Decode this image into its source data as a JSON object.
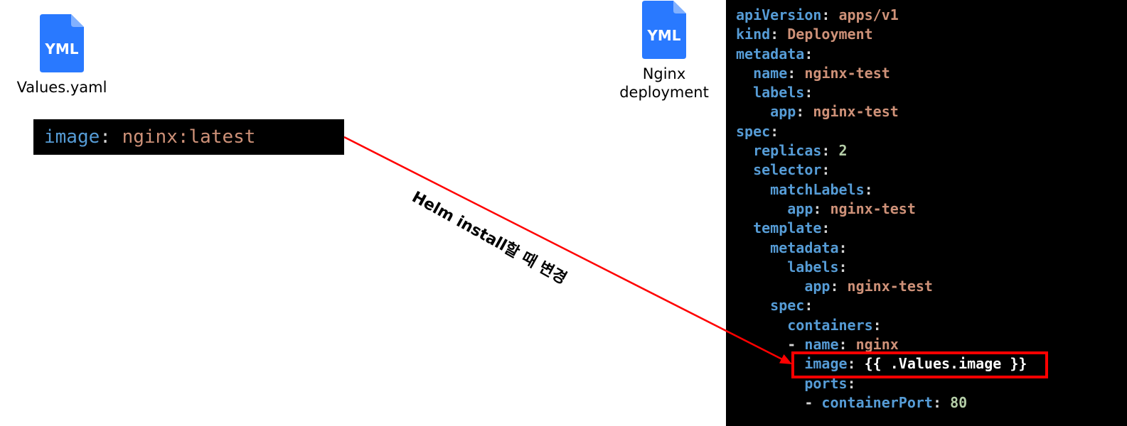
{
  "values_file": {
    "icon": "yml-file-icon",
    "icon_text": "YML",
    "caption": "Values.yaml"
  },
  "deployment_file": {
    "icon": "yml-file-icon",
    "icon_text": "YML",
    "caption_line1": "Nginx",
    "caption_line2": "deployment"
  },
  "values_snippet": {
    "key": "image",
    "colon": ": ",
    "value": "nginx:latest"
  },
  "arrow_label": "Helm install할 때 변경",
  "colors": {
    "icon_blue": "#2979ff",
    "arrow_red": "#ff0000",
    "key_blue": "#569cd6",
    "string_orange": "#ce9178",
    "number_green": "#b5cea8"
  },
  "code_lines": [
    {
      "indent": "",
      "key": "apiVersion",
      "value": "apps/v1",
      "value_type": "string"
    },
    {
      "indent": "",
      "key": "kind",
      "value": "Deployment",
      "value_type": "string"
    },
    {
      "indent": "",
      "key": "metadata",
      "value": "",
      "value_type": "none"
    },
    {
      "indent": "  ",
      "key": "name",
      "value": "nginx-test",
      "value_type": "string"
    },
    {
      "indent": "  ",
      "key": "labels",
      "value": "",
      "value_type": "none"
    },
    {
      "indent": "    ",
      "key": "app",
      "value": "nginx-test",
      "value_type": "string"
    },
    {
      "indent": "",
      "key": "spec",
      "value": "",
      "value_type": "none"
    },
    {
      "indent": "  ",
      "key": "replicas",
      "value": "2",
      "value_type": "number"
    },
    {
      "indent": "  ",
      "key": "selector",
      "value": "",
      "value_type": "none"
    },
    {
      "indent": "    ",
      "key": "matchLabels",
      "value": "",
      "value_type": "none"
    },
    {
      "indent": "      ",
      "key": "app",
      "value": "nginx-test",
      "value_type": "string"
    },
    {
      "indent": "  ",
      "key": "template",
      "value": "",
      "value_type": "none"
    },
    {
      "indent": "    ",
      "key": "metadata",
      "value": "",
      "value_type": "none"
    },
    {
      "indent": "      ",
      "key": "labels",
      "value": "",
      "value_type": "none"
    },
    {
      "indent": "        ",
      "key": "app",
      "value": "nginx-test",
      "value_type": "string"
    },
    {
      "indent": "    ",
      "key": "spec",
      "value": "",
      "value_type": "none"
    },
    {
      "indent": "      ",
      "key": "containers",
      "value": "",
      "value_type": "none"
    },
    {
      "indent": "      - ",
      "key": "name",
      "value": "nginx",
      "value_type": "string"
    },
    {
      "indent": "        ",
      "key": "image",
      "value": "{{ .Values.image }}",
      "value_type": "template"
    },
    {
      "indent": "        ",
      "key": "ports",
      "value": "",
      "value_type": "none"
    },
    {
      "indent": "        - ",
      "key": "containerPort",
      "value": "80",
      "value_type": "number"
    }
  ]
}
